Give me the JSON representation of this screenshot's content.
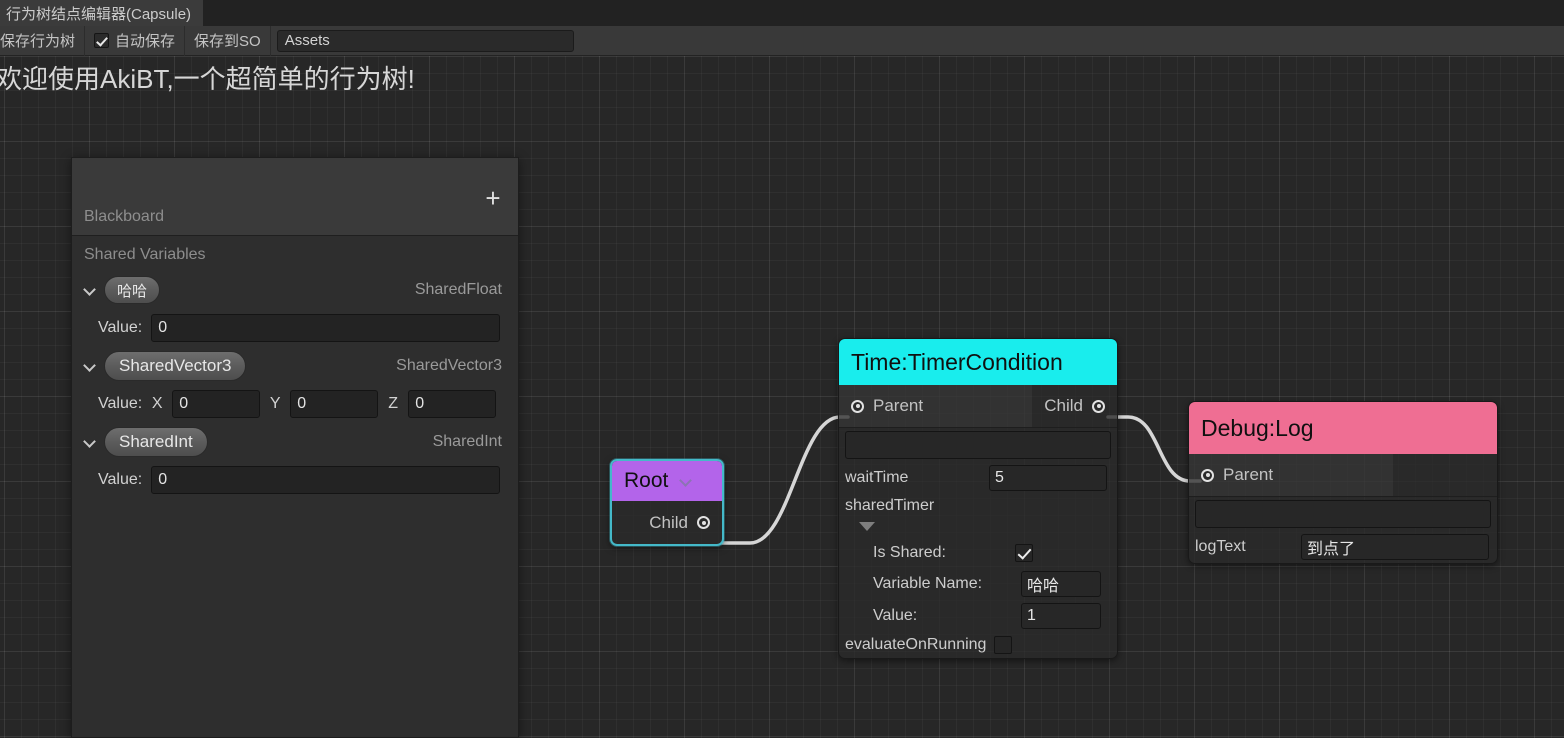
{
  "window": {
    "tab_title": "行为树结点编辑器(Capsule)"
  },
  "toolbar": {
    "save_tree_label": "保存行为树",
    "autosave_label": "自动保存",
    "autosave_checked": true,
    "save_to_so_label": "保存到SO",
    "path_value": "Assets"
  },
  "canvas": {
    "welcome_text": "欢迎使用AkiBT,一个超简单的行为树!"
  },
  "blackboard": {
    "title": "Blackboard",
    "add_label": "+",
    "section_label": "Shared Variables",
    "variables": [
      {
        "name": "哈哈",
        "type": "SharedFloat",
        "value_label": "Value:",
        "value": "0",
        "kind": "scalar"
      },
      {
        "name": "SharedVector3",
        "type": "SharedVector3",
        "value_label": "Value:",
        "kind": "vector3",
        "axes": [
          "X",
          "Y",
          "Z"
        ],
        "vector": [
          "0",
          "0",
          "0"
        ]
      },
      {
        "name": "SharedInt",
        "type": "SharedInt",
        "value_label": "Value:",
        "value": "0",
        "kind": "scalar"
      }
    ]
  },
  "nodes": {
    "root": {
      "title": "Root",
      "header_color": "#b364ea",
      "out_port_label": "Child",
      "selected": true
    },
    "timer": {
      "title": "Time:TimerCondition",
      "header_color": "#19eded",
      "in_port_label": "Parent",
      "out_port_label": "Child",
      "description_value": "",
      "fields": [
        {
          "label": "waitTime",
          "value": "5"
        }
      ],
      "shared_group_label": "sharedTimer",
      "shared_fields": [
        {
          "label": "Is Shared:",
          "checked": true
        },
        {
          "label": "Variable Name:",
          "value": "哈哈"
        },
        {
          "label": "Value:",
          "value": "1"
        }
      ],
      "evaluate_label": "evaluateOnRunning",
      "evaluate_checked": false
    },
    "log": {
      "title": "Debug:Log",
      "header_color": "#ef6e93",
      "in_port_label": "Parent",
      "description_value": "",
      "fields": [
        {
          "label": "logText",
          "value": "到点了"
        }
      ]
    }
  }
}
